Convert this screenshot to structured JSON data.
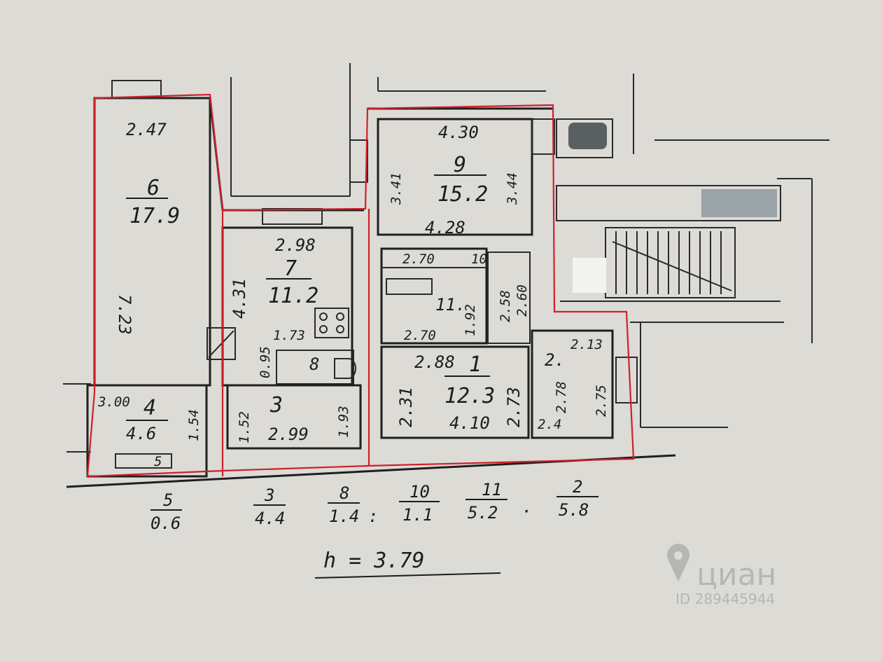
{
  "rooms": [
    {
      "id": "r6",
      "number": "6",
      "area": "17.9",
      "top": "2.47",
      "side": "7.23"
    },
    {
      "id": "r7",
      "number": "7",
      "area": "11.2",
      "top": "2.98",
      "side": "4.31",
      "bottom": "1.73"
    },
    {
      "id": "r9",
      "number": "9",
      "area": "15.2",
      "top": "4.30",
      "left": "3.41",
      "right": "3.44",
      "bottom": "4.28"
    },
    {
      "id": "r10",
      "number": "10",
      "top": "2.70"
    },
    {
      "id": "r11",
      "number": "11.",
      "width": "2.70",
      "height": "1.92",
      "right1": "2.58",
      "right2": "2.60"
    },
    {
      "id": "r1",
      "number": "1",
      "area": "12.3",
      "top": "2.88",
      "left": "2.31",
      "right": "2.73",
      "bottom": "4.10"
    },
    {
      "id": "r2",
      "number": "2.",
      "top": "2.13",
      "mid": "2.78",
      "right": "2.75",
      "bottom": "2.4"
    },
    {
      "id": "r3",
      "number": "3",
      "left": "1.52",
      "right": "1.93",
      "bottom": "2.99"
    },
    {
      "id": "r4",
      "number": "4",
      "area": "4.6",
      "top": "3.00",
      "right": "1.54"
    },
    {
      "id": "r5",
      "number": "5"
    },
    {
      "id": "r8",
      "number": "8",
      "small": "0.95"
    }
  ],
  "summary": [
    {
      "num": "5",
      "area": "0.6"
    },
    {
      "num": "3",
      "area": "4.4"
    },
    {
      "num": "8",
      "area": "1.4"
    },
    {
      "num": "10",
      "area": "1.1"
    },
    {
      "num": "11",
      "area": "5.2"
    },
    {
      "num": "2",
      "area": "5.8"
    }
  ],
  "ceiling": "h = 3.79",
  "watermark": {
    "brand": "циан",
    "id": "ID 289445944"
  },
  "colors": {
    "paper": "#dcdbd6",
    "ink": "#1f1f1f",
    "boundary": "#d0202a"
  }
}
